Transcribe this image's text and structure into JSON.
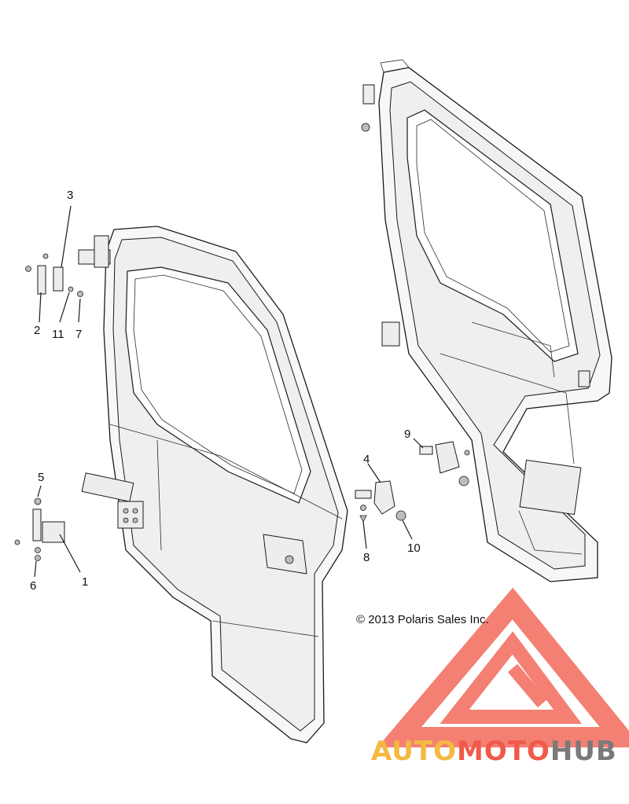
{
  "diagram": {
    "callouts": [
      "1",
      "2",
      "3",
      "4",
      "5",
      "6",
      "7",
      "8",
      "9",
      "10",
      "11"
    ],
    "copyright": "© 2013 Polaris Sales Inc."
  },
  "watermark": {
    "logo_parts": [
      "AUTO",
      "MOTO",
      "HUB"
    ],
    "colors": {
      "auto": "#f5b942",
      "moto": "#f05a4a",
      "hub": "#7a7a7a",
      "triangle": "#f26a5a"
    }
  }
}
